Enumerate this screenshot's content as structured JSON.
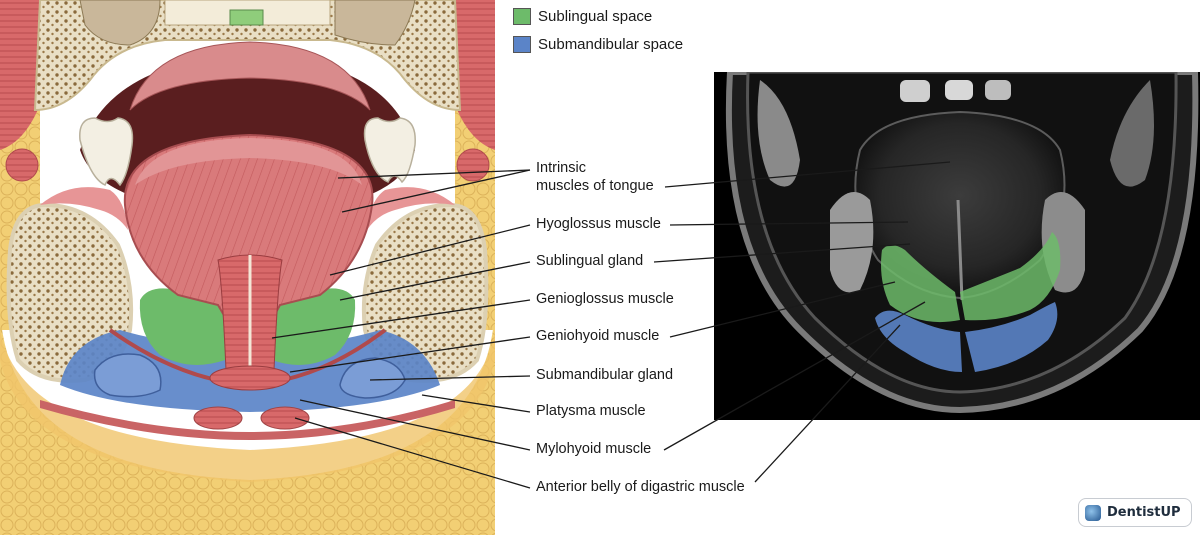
{
  "legend": {
    "items": [
      {
        "label": "Sublingual space",
        "color": "#6dbb6a"
      },
      {
        "label": "Submandibular space",
        "color": "#5b84c8"
      }
    ]
  },
  "labels": {
    "intrinsic_line1": "Intrinsic",
    "intrinsic_line2": "muscles of tongue",
    "hyoglossus": "Hyoglossus muscle",
    "sublingual_gland": "Sublingual gland",
    "genioglossus": "Genioglossus muscle",
    "geniohyoid": "Geniohyoid muscle",
    "submandibular_gland": "Submandibular gland",
    "platysma": "Platysma muscle",
    "mylohyoid": "Mylohyoid muscle",
    "digastric": "Anterior belly of digastric muscle"
  },
  "colors": {
    "skin_fat": "#f2cf74",
    "muscle": "#d8696a",
    "tongue": "#d9797a",
    "bone": "#e6dcc2",
    "sublingual_space": "#6dbb6a",
    "submandibular_space": "#5b84c8",
    "mri_background": "#000000"
  },
  "brand": {
    "text": "DentistUP"
  }
}
